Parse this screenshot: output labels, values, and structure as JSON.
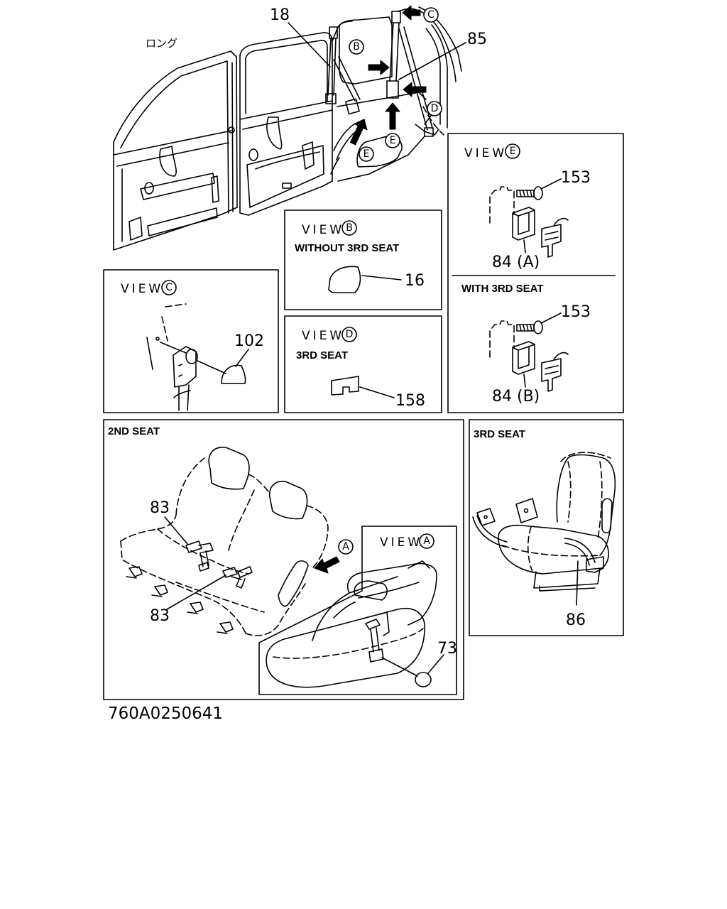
{
  "page": {
    "background": "#ffffff",
    "line_color": "#000000"
  },
  "main_view": {
    "region_label": "ロング",
    "callout_belt_left": "18",
    "callout_belt_right": "85",
    "marker_b": "B",
    "marker_c": "C",
    "marker_d": "D",
    "marker_e_left": "E",
    "marker_e_right": "E"
  },
  "view_e": {
    "title": "VIEW",
    "marker": "E",
    "upper": {
      "bolt_callout": "153",
      "part_callout": "84 (A)"
    },
    "lower_heading": "WITH 3RD SEAT",
    "lower": {
      "bolt_callout": "153",
      "part_callout": "84 (B)"
    }
  },
  "view_b": {
    "title": "VIEW",
    "marker": "B",
    "heading": "WITHOUT 3RD SEAT",
    "part_callout": "16"
  },
  "view_c": {
    "title": "VIEW",
    "marker": "C",
    "part_callout": "102"
  },
  "view_d": {
    "title": "VIEW",
    "marker": "D",
    "heading": "3RD SEAT",
    "part_callout": "158"
  },
  "second_seat": {
    "heading": "2ND SEAT",
    "buckle_callout_upper": "83",
    "buckle_callout_lower": "83",
    "marker_a": "A"
  },
  "view_a": {
    "title": "VIEW",
    "marker": "A",
    "part_callout": "73"
  },
  "third_seat": {
    "heading": "3RD SEAT",
    "part_callout": "86"
  },
  "footer": {
    "drawing_number": "760A0250641"
  }
}
